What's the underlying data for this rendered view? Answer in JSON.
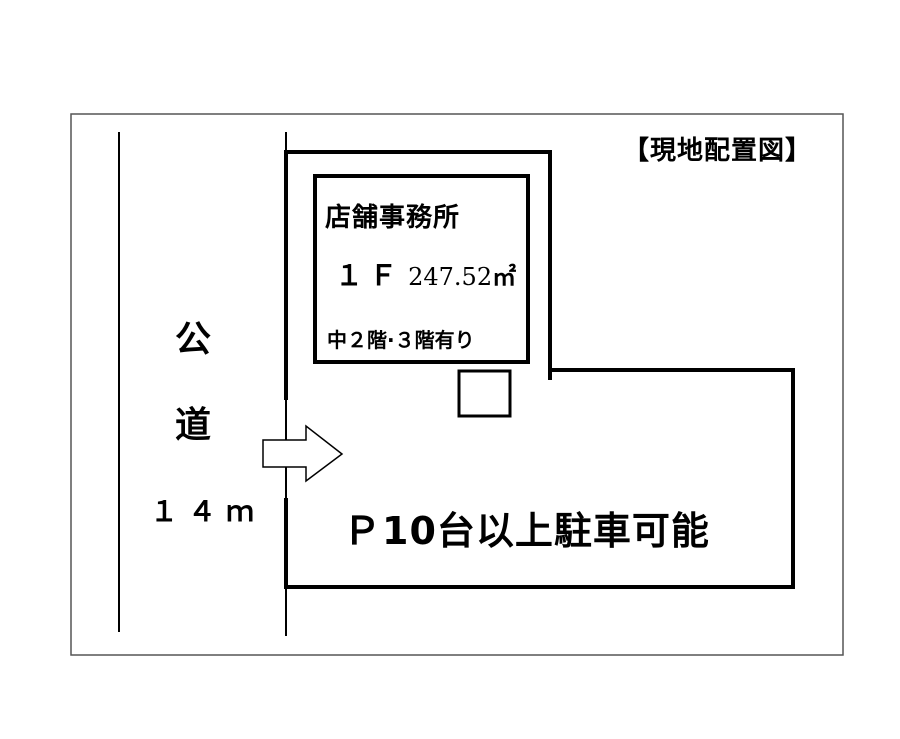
{
  "title": "【現地配置図】",
  "building": {
    "name": "店舗事務所",
    "floor_label": "１Ｆ",
    "floor_area": "247.52",
    "area_unit": "㎡",
    "floors_note": "中２階·３階有り"
  },
  "road": {
    "char_1": "公",
    "char_2": "道",
    "width": "１４ｍ"
  },
  "parking": {
    "text": "Ｐ10台以上駐車可能"
  },
  "colors": {
    "line": "#000000",
    "background": "#ffffff",
    "frame": "#555555"
  },
  "icons": {
    "entrance_arrow": "right-arrow-outline"
  }
}
